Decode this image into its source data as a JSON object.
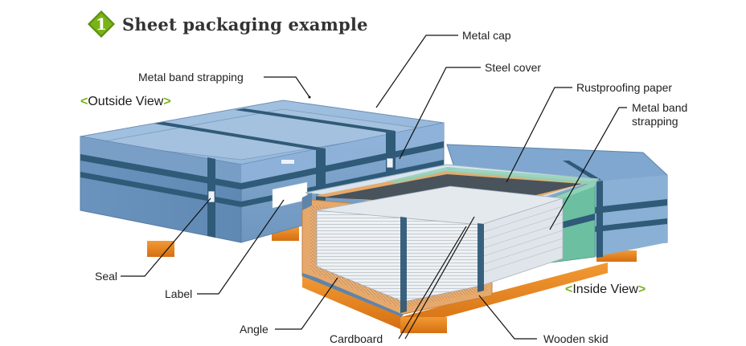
{
  "title": {
    "number": "1",
    "text": "Sheet packaging example"
  },
  "views": {
    "outside": {
      "open": "<",
      "label": "Outside View",
      "close": ">"
    },
    "inside": {
      "open": "<",
      "label": "Inside View",
      "close": ">"
    }
  },
  "callouts": {
    "metal_cap": "Metal cap",
    "steel_cover": "Steel cover",
    "rustproofing_paper": "Rustproofing paper",
    "metal_band_strapping_outside": "Metal band strapping",
    "metal_band_strapping_inside": "Metal band strapping",
    "seal": "Seal",
    "label": "Label",
    "angle": "Angle",
    "cardboard": "Cardboard",
    "wooden_skid": "Wooden skid"
  },
  "colors": {
    "accent_green": "#7ab317",
    "badge_green": "#5a8f12",
    "steel_blue": "#7fa7cf",
    "band_navy": "#2f5a78",
    "skid_orange": "#e07e1d",
    "rust_paper_teal": "#6cbfa1"
  }
}
